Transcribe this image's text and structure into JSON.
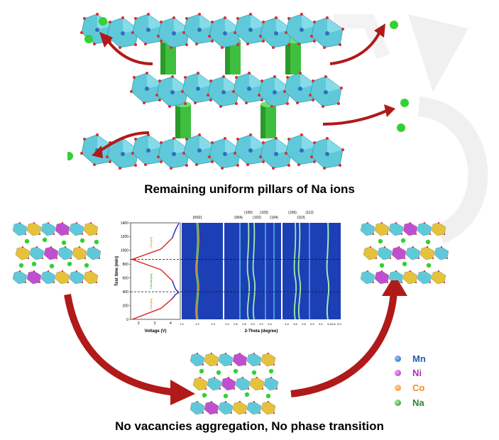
{
  "captions": {
    "top": "Remaining uniform pillars of Na ions",
    "bottom": "No vacancies aggregation, No phase transition"
  },
  "legend": [
    {
      "label": "Mn",
      "color": "#1f5fae"
    },
    {
      "label": "Ni",
      "color": "#b02fbd"
    },
    {
      "label": "Co",
      "color": "#f28c1e"
    },
    {
      "label": "Na",
      "color": "#2a8a2a"
    }
  ],
  "colors": {
    "octahedron": "#5fc9d9",
    "pillar": "#3fbf3f",
    "na_ion": "#33d133",
    "oxygen": "#d83030",
    "arrow": "#b01a1a",
    "plot_bg": "#1a3fb0"
  },
  "chart_data": {
    "type": "heatmap",
    "voltage_panel": {
      "xlabel": "Voltage (V)",
      "ylabel": "Test time (min)",
      "xticks": [
        "2",
        "3",
        "4"
      ],
      "yticks": [
        "0",
        "200",
        "400",
        "600",
        "800",
        "1000",
        "1200",
        "1400"
      ],
      "ylim": [
        0,
        1400
      ],
      "xlim": [
        1.5,
        4.6
      ],
      "curve": {
        "x": [
          1.6,
          3.4,
          4.1,
          4.3,
          4.5,
          4.3,
          4.1,
          3.4,
          1.6,
          3.4,
          4.1,
          4.3,
          4.5
        ],
        "y": [
          0,
          160,
          300,
          360,
          390,
          440,
          560,
          720,
          870,
          1020,
          1180,
          1300,
          1390
        ]
      },
      "annotations": [
        "Charging",
        "Discharging",
        "Charging"
      ]
    },
    "xrd_panel": {
      "xlabel": "2-Theta (degree)",
      "xticks": [
        "1.0",
        "1.2",
        "1.4",
        "2.4",
        "2.6",
        "2.8",
        "3.0",
        "3.2",
        "3.4",
        "4.4",
        "4.6",
        "4.8",
        "5.0",
        "5.2",
        "5.4",
        "5.6",
        "6.0"
      ],
      "peak_labels": [
        "(002)",
        "(004)",
        "(100)",
        "(102)",
        "(103)",
        "(104)",
        "(106)",
        "(110)",
        "(112)"
      ]
    },
    "dashed_times": [
      400,
      870
    ]
  }
}
